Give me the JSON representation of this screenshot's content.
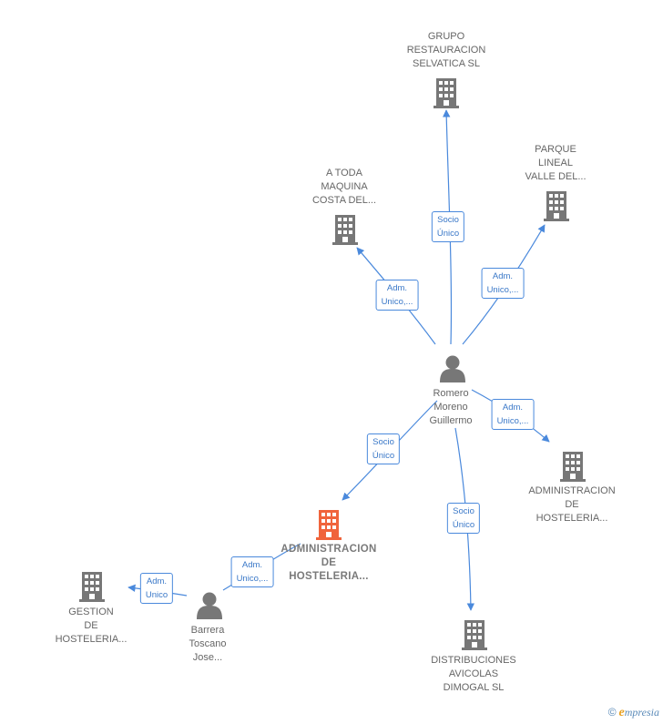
{
  "nodes": {
    "grupo": {
      "label": "GRUPO\nRESTAURACION\nSELVATICA  SL",
      "type": "company"
    },
    "a_toda": {
      "label": "A TODA\nMAQUINA\nCOSTA DEL...",
      "type": "company"
    },
    "parque": {
      "label": "PARQUE\nLINEAL\nVALLE DEL...",
      "type": "company"
    },
    "romero": {
      "label": "Romero\nMoreno\nGuillermo",
      "type": "person"
    },
    "admin_right": {
      "label": "ADMINISTRACION\nDE\nHOSTELERIA...",
      "type": "company"
    },
    "admin_main": {
      "label": "ADMINISTRACION\nDE\nHOSTELERIA...",
      "type": "company-highlight"
    },
    "gestion": {
      "label": "GESTION\nDE\nHOSTELERIA...",
      "type": "company"
    },
    "barrera": {
      "label": "Barrera\nToscano\nJose...",
      "type": "person"
    },
    "distrib": {
      "label": "DISTRIBUCIONES\nAVICOLAS\nDIMOGAL SL",
      "type": "company"
    }
  },
  "edges": {
    "romero_grupo": "Socio\nÚnico",
    "romero_atoda": "Adm.\nUnico,...",
    "romero_parque": "Adm.\nUnico,...",
    "romero_adminright": "Adm.\nUnico,...",
    "romero_adminmain": "Socio\nÚnico",
    "romero_distrib": "Socio\nÚnico",
    "barrera_adminmain": "Adm.\nUnico,...",
    "barrera_gestion": "Adm.\nUnico"
  },
  "colors": {
    "edge": "#4a89dc",
    "company": "#777777",
    "highlight": "#f0643c",
    "person": "#777777"
  },
  "brand": {
    "copyright": "©",
    "initial": "e",
    "name": "mpresia"
  }
}
